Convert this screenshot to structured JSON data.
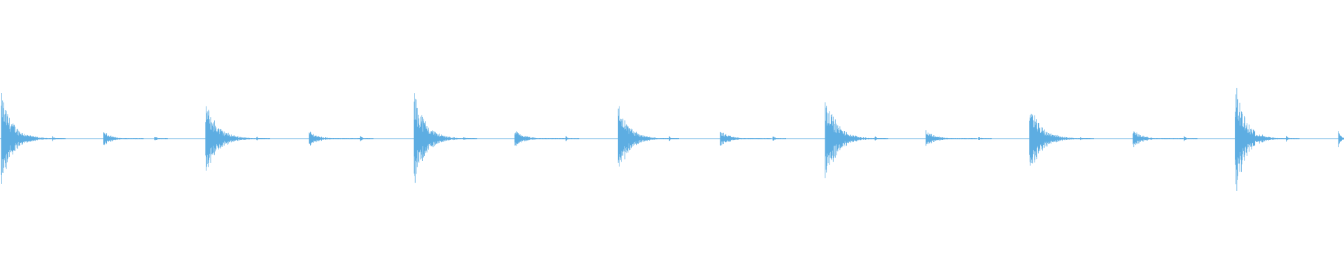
{
  "waveform": {
    "color": "#5dade2",
    "background": "#ffffff",
    "hits": [
      {
        "t": 0.001,
        "amp": 0.92,
        "decay": 0.045
      },
      {
        "t": 0.039,
        "amp": 0.06,
        "decay": 0.01
      },
      {
        "t": 0.077,
        "amp": 0.16,
        "decay": 0.03
      },
      {
        "t": 0.115,
        "amp": 0.07,
        "decay": 0.01
      },
      {
        "t": 0.153,
        "amp": 0.75,
        "decay": 0.048
      },
      {
        "t": 0.191,
        "amp": 0.05,
        "decay": 0.006
      },
      {
        "t": 0.23,
        "amp": 0.16,
        "decay": 0.038
      },
      {
        "t": 0.268,
        "amp": 0.07,
        "decay": 0.01
      },
      {
        "t": 0.308,
        "amp": 1.0,
        "decay": 0.045
      },
      {
        "t": 0.345,
        "amp": 0.06,
        "decay": 0.01
      },
      {
        "t": 0.383,
        "amp": 0.17,
        "decay": 0.038
      },
      {
        "t": 0.421,
        "amp": 0.06,
        "decay": 0.01
      },
      {
        "t": 0.46,
        "amp": 0.7,
        "decay": 0.045
      },
      {
        "t": 0.498,
        "amp": 0.05,
        "decay": 0.006
      },
      {
        "t": 0.536,
        "amp": 0.16,
        "decay": 0.038
      },
      {
        "t": 0.575,
        "amp": 0.07,
        "decay": 0.01
      },
      {
        "t": 0.614,
        "amp": 0.92,
        "decay": 0.045
      },
      {
        "t": 0.651,
        "amp": 0.06,
        "decay": 0.01
      },
      {
        "t": 0.689,
        "amp": 0.17,
        "decay": 0.038
      },
      {
        "t": 0.728,
        "amp": 0.06,
        "decay": 0.01
      },
      {
        "t": 0.766,
        "amp": 0.72,
        "decay": 0.048
      },
      {
        "t": 0.804,
        "amp": 0.05,
        "decay": 0.006
      },
      {
        "t": 0.843,
        "amp": 0.18,
        "decay": 0.038
      },
      {
        "t": 0.881,
        "amp": 0.07,
        "decay": 0.01
      },
      {
        "t": 0.919,
        "amp": 1.18,
        "decay": 0.04
      },
      {
        "t": 0.957,
        "amp": 0.06,
        "decay": 0.01
      },
      {
        "t": 0.996,
        "amp": 0.17,
        "decay": 0.01
      }
    ]
  }
}
